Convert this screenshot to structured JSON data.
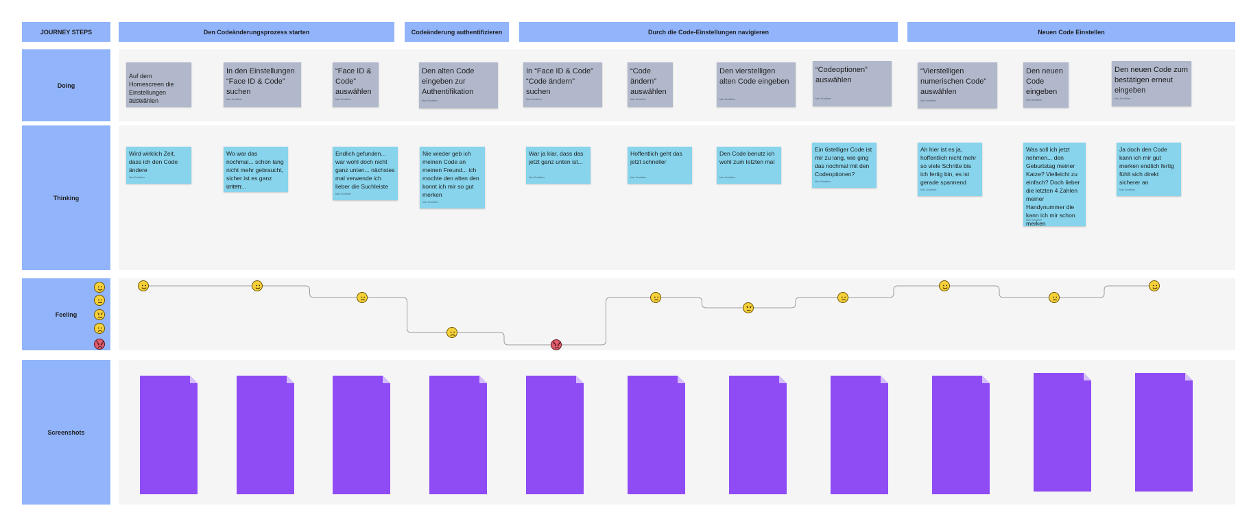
{
  "lanes": {
    "journey_steps": "JOURNEY STEPS",
    "doing": "Doing",
    "thinking": "Thinking",
    "feeling": "Feeling",
    "screenshots": "Screenshots"
  },
  "steps": [
    "Den Codeänderungsprozess starten",
    "Codeänderung authentifizieren",
    "Durch die Code-Einstellungen navigieren",
    "Neuen Code Einstellen"
  ],
  "doing": [
    {
      "text": "Auf dem Homescreen die Einstellungen auswählen",
      "author": "Max Schaffner"
    },
    {
      "text": "In den Einstellungen “Face ID & Code” suchen",
      "author": "Max Schaffner"
    },
    {
      "text": "“Face ID & Code” auswählen",
      "author": "Max Schaffner"
    },
    {
      "text": "Den alten Code eingeben zur Authentifikation",
      "author": "Max Schaffner"
    },
    {
      "text": "In “Face ID & Code” “Code ändern” suchen",
      "author": "Max Schaffner"
    },
    {
      "text": "“Code ändern” auswählen",
      "author": "Max Schaffner"
    },
    {
      "text": "Den vierstelligen alten Code eingeben",
      "author": "Max Schaffner"
    },
    {
      "text": "“Codeoptionen” auswählen",
      "author": "Max Schaffner"
    },
    {
      "text": "“Vierstelligen numerischen Code” auswählen",
      "author": "Max Schaffner"
    },
    {
      "text": "Den neuen Code eingeben",
      "author": "Max Schaffner"
    },
    {
      "text": "Den neuen Code zum bestätigen erneut eingeben",
      "author": "Max Schaffner"
    }
  ],
  "thinking": [
    {
      "text": "Wird wirklich Zeit, dass ich den Code ändere",
      "author": "Max Schaffner"
    },
    {
      "text": "Wo war das nochmal... schon lang nicht mehr gebraucht, sicher ist es ganz unten...",
      "author": "Max Schaffner"
    },
    {
      "text": "Endlich gefunden... war wohl doch nicht ganz unten... nächstes mal verwende ich lieber die Suchleiste",
      "author": "Max Schaffner"
    },
    {
      "text": "Nie wieder geb ich meinen Code an meinen Freund... ich mochte den alten den konnt ich mir so gut merken",
      "author": "Max Schaffner"
    },
    {
      "text": "War ja klar, dass das jetzt ganz unten ist...",
      "author": "Max Schaffner"
    },
    {
      "text": "Hoffentlich geht das jetzt schneller",
      "author": "Max Schaffner"
    },
    {
      "text": "Den Code benutz ich wohl zum letzten mal",
      "author": "Max Schaffner"
    },
    {
      "text": "Ein 6stelliger Code ist mir zu lang, wie ging das nochmal mit den Codeoptionen?",
      "author": "Max Schaffner"
    },
    {
      "text": "Ah hier ist es ja, hoffentlich nicht mehr so viele Schritte bis ich fertig bin, es ist gerade spannend",
      "author": "Max Schaffner"
    },
    {
      "text": "Was soll ich jetzt nehmen... den Geburtstag meiner Katze? Vielleicht zu einfach? Doch lieber die letzten 4 Zahlen meiner Handynummer die kann ich mir schon merken",
      "author": "Max Schaffner"
    },
    {
      "text": "Ja doch den Code kann ich mir gut merken endlich fertig fühlt sich direkt sicherer an",
      "author": "Max Schaffner"
    }
  ],
  "feeling_scale": [
    "very-happy",
    "neutral",
    "unsure",
    "sad",
    "angry"
  ],
  "feeling_levels": [
    0,
    0,
    1,
    3,
    4,
    1,
    2,
    1,
    0,
    1,
    0
  ],
  "colors": {
    "lane": "#91b4fa",
    "doing_note": "#b1b8cb",
    "thinking_note": "#87d4ec",
    "screenshot": "#8f4bf4",
    "emoji": "#f6d13a",
    "emoji_angry": "#e05d6c"
  },
  "screenshot_count": 11
}
